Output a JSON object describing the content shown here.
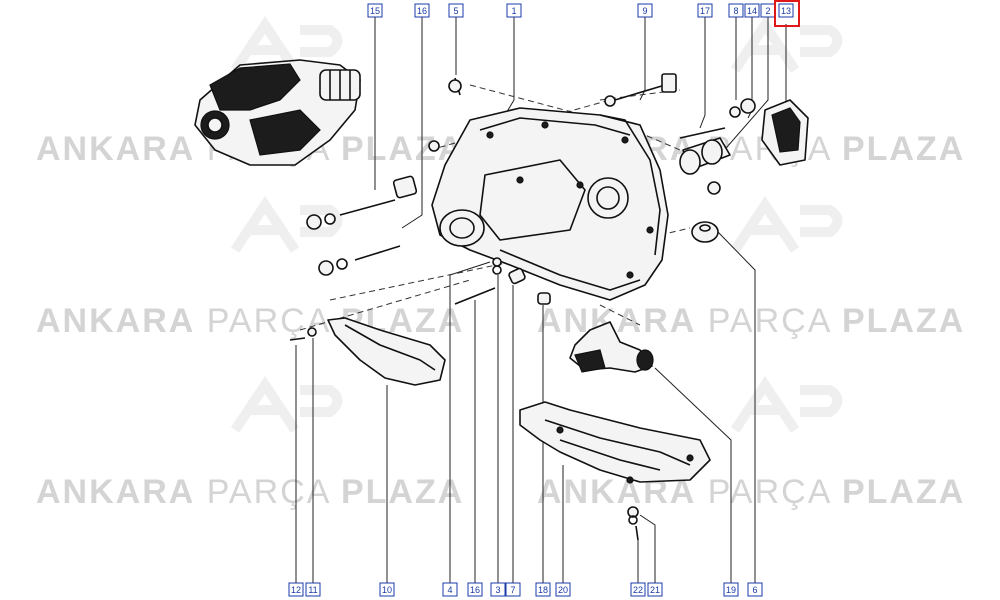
{
  "watermark": {
    "brand_bold": "ANKARA",
    "brand_light": "PARÇA",
    "brand_bold2": "PLAZA",
    "logo_text": "AP"
  },
  "callouts": {
    "top": [
      {
        "id": "t15",
        "label": "15"
      },
      {
        "id": "t16",
        "label": "16"
      },
      {
        "id": "t5",
        "label": "5"
      },
      {
        "id": "t1",
        "label": "1"
      },
      {
        "id": "t9",
        "label": "9"
      },
      {
        "id": "t17",
        "label": "17"
      },
      {
        "id": "t8",
        "label": "8"
      },
      {
        "id": "t14",
        "label": "14"
      },
      {
        "id": "t2",
        "label": "2"
      },
      {
        "id": "t13",
        "label": "13",
        "highlighted": true
      }
    ],
    "bottom": [
      {
        "id": "b12",
        "label": "12"
      },
      {
        "id": "b11",
        "label": "11"
      },
      {
        "id": "b10",
        "label": "10"
      },
      {
        "id": "b4",
        "label": "4"
      },
      {
        "id": "b16",
        "label": "16"
      },
      {
        "id": "b3",
        "label": "3"
      },
      {
        "id": "b7",
        "label": "7"
      },
      {
        "id": "b18",
        "label": "18"
      },
      {
        "id": "b20",
        "label": "20"
      },
      {
        "id": "b22",
        "label": "22"
      },
      {
        "id": "b21",
        "label": "21"
      },
      {
        "id": "b19",
        "label": "19"
      },
      {
        "id": "b6",
        "label": "6"
      }
    ]
  },
  "colors": {
    "callout_blue": "#1a3aa8",
    "highlight_red": "#e01818",
    "watermark_gray": "#d4d4d4"
  }
}
